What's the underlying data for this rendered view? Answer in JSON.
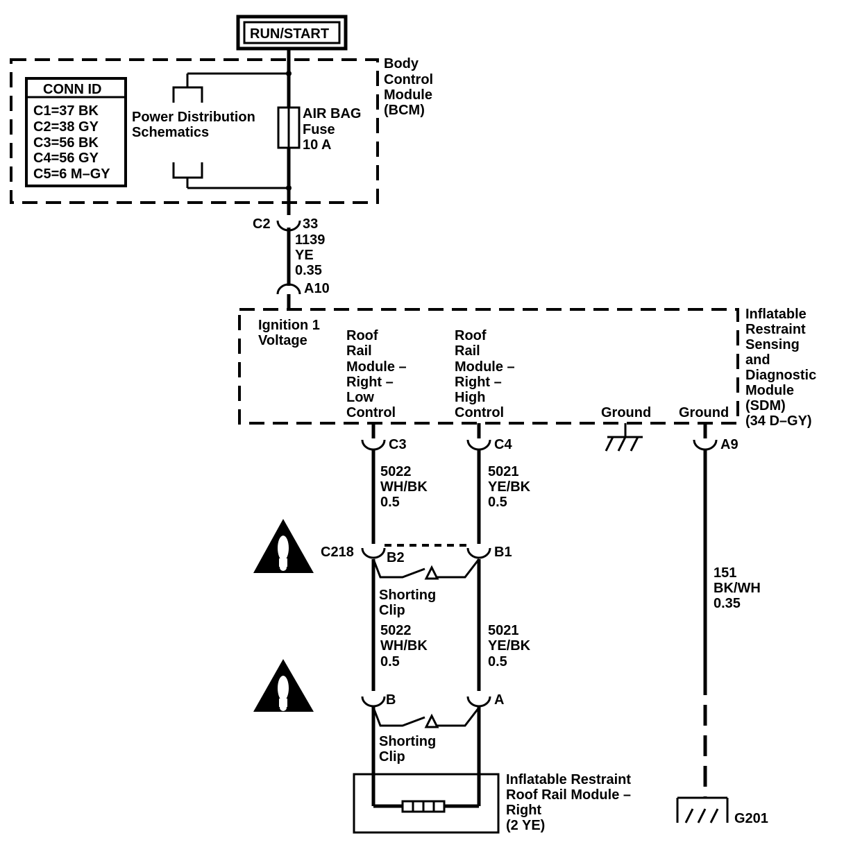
{
  "power_label": "RUN/START",
  "bcm": {
    "name_lines": [
      "Body",
      "Control",
      "Module",
      "(BCM)"
    ],
    "conn_id": {
      "header": "CONN ID",
      "rows": [
        "C1=37 BK",
        "C2=38 GY",
        "C3=56 BK",
        "C4=56 GY",
        "C5=6 M–GY"
      ]
    },
    "power_dist_lines": [
      "Power Distribution",
      "Schematics"
    ],
    "fuse_lines": [
      "AIR BAG",
      "Fuse",
      "10 A"
    ]
  },
  "bcm_connector": {
    "name": "C2",
    "pin": "33"
  },
  "ignition_wire": {
    "circuit": "1139",
    "color": "YE",
    "gauge": "0.35"
  },
  "sdm_pin_a10": "A10",
  "sdm": {
    "name_lines": [
      "Inflatable",
      "Restraint",
      "Sensing",
      "and",
      "Diagnostic",
      "Module",
      "(SDM)",
      "(34 D–GY)"
    ],
    "ignition_lines": [
      "Ignition 1",
      "Voltage"
    ],
    "low_control_lines": [
      "Roof",
      "Rail",
      "Module –",
      "Right –",
      "Low",
      "Control"
    ],
    "high_control_lines": [
      "Roof",
      "Rail",
      "Module –",
      "Right –",
      "High",
      "Control"
    ],
    "ground1": "Ground",
    "ground2": "Ground"
  },
  "sdm_pins": {
    "c3": "C3",
    "c4": "C4",
    "a9": "A9"
  },
  "wire_low_upper": {
    "circuit": "5022",
    "color": "WH/BK",
    "gauge": "0.5"
  },
  "wire_high_upper": {
    "circuit": "5021",
    "color": "YE/BK",
    "gauge": "0.5"
  },
  "wire_ground": {
    "circuit": "151",
    "color": "BK/WH",
    "gauge": "0.35"
  },
  "inline_connector": {
    "name": "C218",
    "pin_low": "B2",
    "pin_high": "B1"
  },
  "shorting_clip_1": [
    "Shorting",
    "Clip"
  ],
  "wire_low_lower": {
    "circuit": "5022",
    "color": "WH/BK",
    "gauge": "0.5"
  },
  "wire_high_lower": {
    "circuit": "5021",
    "color": "YE/BK",
    "gauge": "0.5"
  },
  "module_pins": {
    "b": "B",
    "a": "A"
  },
  "shorting_clip_2": [
    "Shorting",
    "Clip"
  ],
  "module": {
    "name_lines": [
      "Inflatable Restraint",
      "Roof Rail Module –",
      "Right",
      "(2 YE)"
    ]
  },
  "ground_point": "G201",
  "icons": [
    "warning-icon",
    "ground-symbol-icon",
    "fuse-icon",
    "connector-icon",
    "resistor-icon"
  ]
}
